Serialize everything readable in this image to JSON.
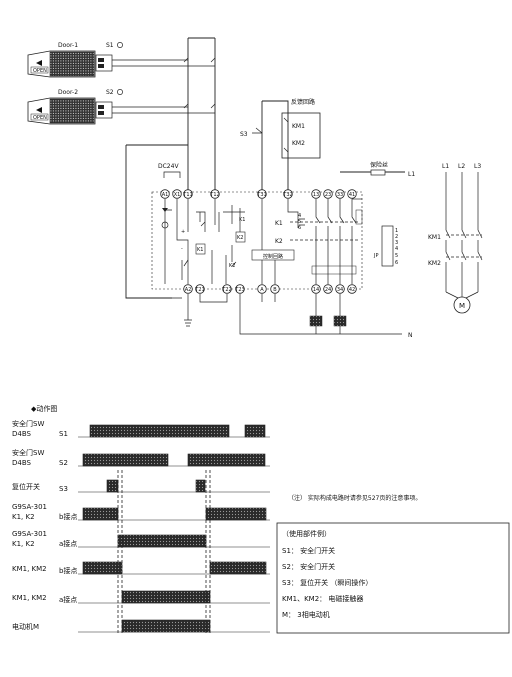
{
  "circuit": {
    "door1": "Door-1",
    "door2": "Door-2",
    "s1_label": "S1",
    "s2_label": "S2",
    "s3_label": "S3",
    "open": "OPEN",
    "feedback_circuit": "反馈回路",
    "km1": "KM1",
    "km2": "KM2",
    "dc24v": "DC24V",
    "fuse": "保险丝",
    "l1_line": "L1",
    "n_line": "N",
    "control_circuit": "控制回路",
    "k1": "K1",
    "k2": "K2",
    "top_terminals": [
      "A1",
      "X1",
      "T11",
      "T12",
      "T31",
      "T32",
      "13",
      "23",
      "33",
      "41"
    ],
    "bottom_terminals": [
      "A2",
      "T21",
      "T22",
      "T23",
      "A",
      "B",
      "14",
      "24",
      "34",
      "42"
    ],
    "jp_label": "JP",
    "jp_pins": [
      "1",
      "2",
      "3",
      "4",
      "5",
      "6"
    ],
    "motor_lines": [
      "L1",
      "L2",
      "L3"
    ],
    "motor": "M",
    "small_labels": [
      "+",
      "-",
      "4",
      "5",
      "6"
    ]
  },
  "timing": {
    "title": "◆动作图",
    "rows": [
      {
        "label1": "安全门SW",
        "label2": "D4BS",
        "tag": "S1"
      },
      {
        "label1": "安全门SW",
        "label2": "D4BS",
        "tag": "S2"
      },
      {
        "label1": "复位开关",
        "label2": "",
        "tag": "S3"
      },
      {
        "label1": "G9SA-301",
        "label2": "K1, K2",
        "tag": "b接点"
      },
      {
        "label1": "G9SA-301",
        "label2": "K1, K2",
        "tag": "a接点"
      },
      {
        "label1": "KM1, KM2",
        "label2": "",
        "tag": "b接点"
      },
      {
        "label1": "KM1, KM2",
        "label2": "",
        "tag": "a接点"
      },
      {
        "label1": "电动机M",
        "label2": "",
        "tag": ""
      }
    ]
  },
  "note": "（注）  实际构成电路时请参见527页的注意事项。",
  "legend": {
    "title": "（使用部件例）",
    "items": [
      "S1：  安全门开关",
      "S2：  安全门开关",
      "S3：  复位开关  （瞬间操作）",
      "KM1、KM2：  电磁接触器",
      "M：  3相电动机"
    ]
  }
}
